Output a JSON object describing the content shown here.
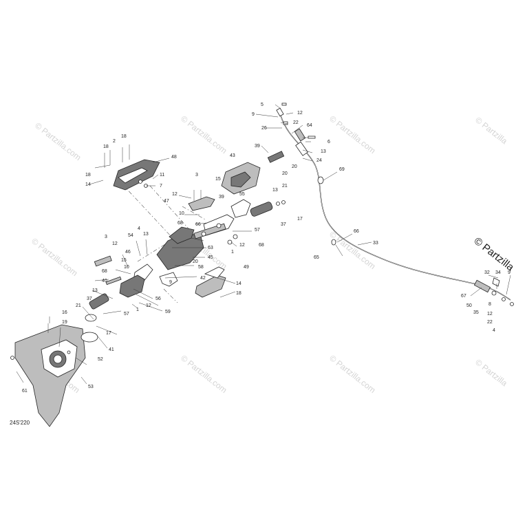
{
  "diagram": {
    "reference_code": "24S'220",
    "watermarks": [
      {
        "id": "wm1",
        "text": "© Partzilla.com"
      },
      {
        "id": "wm2",
        "text": "© Partzilla.com"
      },
      {
        "id": "wm3",
        "text": "© Partzilla.com"
      },
      {
        "id": "wm4",
        "text": "© Partzilla.com"
      },
      {
        "id": "wm5",
        "text": "© Partzilla.com"
      },
      {
        "id": "wm6",
        "text": "© Partzilla.com"
      },
      {
        "id": "wm7",
        "text": "© Partzilla.com"
      },
      {
        "id": "wm8",
        "text": "© Partzilla.com"
      },
      {
        "id": "wm9",
        "text": "© Partzilla.com"
      }
    ],
    "watermark_large": "© Partzilla",
    "callouts": [
      {
        "id": "c5",
        "text": "5"
      },
      {
        "id": "c12a",
        "text": "12"
      },
      {
        "id": "c9a",
        "text": "9"
      },
      {
        "id": "c22a",
        "text": "22"
      },
      {
        "id": "c26",
        "text": "26"
      },
      {
        "id": "c64",
        "text": "64"
      },
      {
        "id": "c6",
        "text": "6"
      },
      {
        "id": "c39",
        "text": "39"
      },
      {
        "id": "c13a",
        "text": "13"
      },
      {
        "id": "c24",
        "text": "24"
      },
      {
        "id": "c20a",
        "text": "20"
      },
      {
        "id": "c20b",
        "text": "20"
      },
      {
        "id": "c69",
        "text": "69"
      },
      {
        "id": "c43",
        "text": "43"
      },
      {
        "id": "c15a",
        "text": "15"
      },
      {
        "id": "c39b",
        "text": "39"
      },
      {
        "id": "c55",
        "text": "55"
      },
      {
        "id": "c13b",
        "text": "13"
      },
      {
        "id": "c21a",
        "text": "21"
      },
      {
        "id": "c17a",
        "text": "17"
      },
      {
        "id": "c37a",
        "text": "37"
      },
      {
        "id": "c18a",
        "text": "18"
      },
      {
        "id": "c2",
        "text": "2"
      },
      {
        "id": "c18b",
        "text": "18"
      },
      {
        "id": "c48",
        "text": "48"
      },
      {
        "id": "c11",
        "text": "11"
      },
      {
        "id": "c7",
        "text": "7"
      },
      {
        "id": "c18c",
        "text": "18"
      },
      {
        "id": "c14a",
        "text": "14"
      },
      {
        "id": "c3a",
        "text": "3"
      },
      {
        "id": "c12b",
        "text": "12"
      },
      {
        "id": "c47",
        "text": "47"
      },
      {
        "id": "c10a",
        "text": "10"
      },
      {
        "id": "c68a",
        "text": "68"
      },
      {
        "id": "c66a",
        "text": "66"
      },
      {
        "id": "c12c",
        "text": "12"
      },
      {
        "id": "c68b",
        "text": "68"
      },
      {
        "id": "c57a",
        "text": "57"
      },
      {
        "id": "c66b",
        "text": "66"
      },
      {
        "id": "c33",
        "text": "33"
      },
      {
        "id": "c65",
        "text": "65"
      },
      {
        "id": "c1a",
        "text": "1"
      },
      {
        "id": "c63",
        "text": "63"
      },
      {
        "id": "c45",
        "text": "45"
      },
      {
        "id": "c4",
        "text": "4"
      },
      {
        "id": "c13c",
        "text": "13"
      },
      {
        "id": "c54",
        "text": "54"
      },
      {
        "id": "c3b",
        "text": "3"
      },
      {
        "id": "c12d",
        "text": "12"
      },
      {
        "id": "c46",
        "text": "46"
      },
      {
        "id": "c15b",
        "text": "15"
      },
      {
        "id": "c68c",
        "text": "68"
      },
      {
        "id": "c10b",
        "text": "10"
      },
      {
        "id": "c40",
        "text": "40"
      },
      {
        "id": "c20c",
        "text": "20"
      },
      {
        "id": "c58",
        "text": "58"
      },
      {
        "id": "c49",
        "text": "49"
      },
      {
        "id": "c42",
        "text": "42"
      },
      {
        "id": "c14b",
        "text": "14"
      },
      {
        "id": "c18d",
        "text": "18"
      },
      {
        "id": "c9b",
        "text": "9"
      },
      {
        "id": "c13d",
        "text": "13"
      },
      {
        "id": "c56",
        "text": "56"
      },
      {
        "id": "c12e",
        "text": "12"
      },
      {
        "id": "c59",
        "text": "59"
      },
      {
        "id": "c37b",
        "text": "37"
      },
      {
        "id": "c57b",
        "text": "57"
      },
      {
        "id": "c1b",
        "text": "1"
      },
      {
        "id": "c16",
        "text": "16"
      },
      {
        "id": "c19",
        "text": "19"
      },
      {
        "id": "c21b",
        "text": "21"
      },
      {
        "id": "c17b",
        "text": "17"
      },
      {
        "id": "c41",
        "text": "41"
      },
      {
        "id": "c52",
        "text": "52"
      },
      {
        "id": "c53",
        "text": "53"
      },
      {
        "id": "c61",
        "text": "61"
      },
      {
        "id": "c32",
        "text": "32"
      },
      {
        "id": "c34",
        "text": "34"
      },
      {
        "id": "c9c",
        "text": "9"
      },
      {
        "id": "c67",
        "text": "67"
      },
      {
        "id": "c50",
        "text": "50"
      },
      {
        "id": "c35",
        "text": "35"
      },
      {
        "id": "c8",
        "text": "8"
      },
      {
        "id": "c12f",
        "text": "12"
      },
      {
        "id": "c22b",
        "text": "22"
      },
      {
        "id": "c4b",
        "text": "4"
      }
    ]
  }
}
